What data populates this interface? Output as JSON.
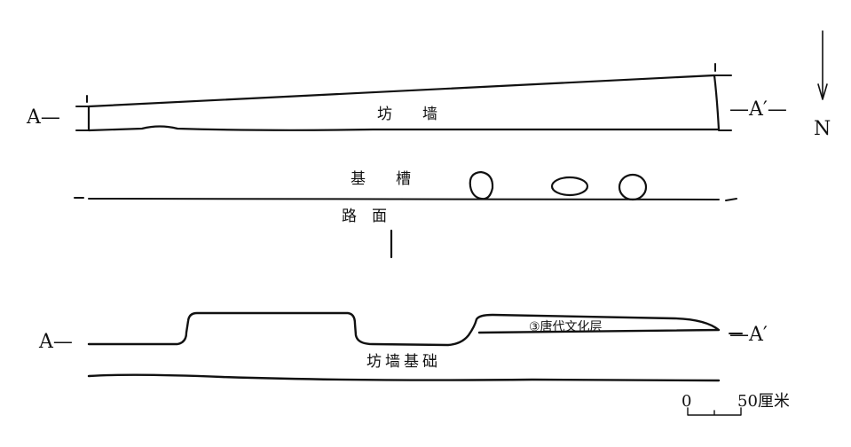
{
  "plan": {
    "section_start": "A—",
    "section_end": "—A′—",
    "north": "N",
    "wall": "坊　　墙",
    "trench": "基　　槽",
    "road": "路　面"
  },
  "section": {
    "section_start": "A—",
    "section_end": "—A′",
    "layer": "③唐代文化层",
    "foundation": "坊墙基础"
  },
  "scale": {
    "zero": "0",
    "max": "50厘米"
  }
}
